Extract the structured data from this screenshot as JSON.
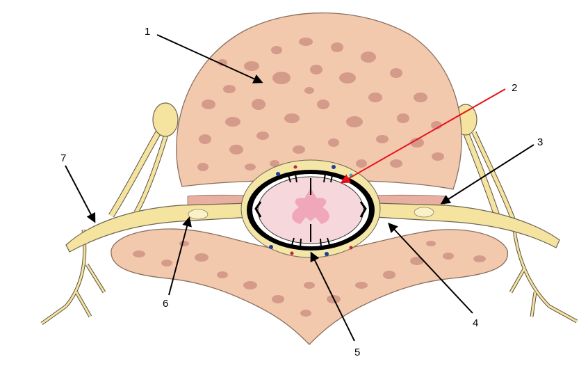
{
  "colors": {
    "bone": "#f2c9ad",
    "bone_outline": "#8a6e5e",
    "bone_pores": "#d49a8a",
    "nerve": "#f5e3a0",
    "nerve_outline": "#6e6450",
    "epidural_fat": "#f3e6a6",
    "dura": "#000000",
    "cord": "#f6d8dc",
    "gray_matter": "#f0a8b8",
    "ligament": "#e8b0a0",
    "black_arrow": "#000000",
    "red_arrow": "#e8111b"
  },
  "callouts": [
    {
      "id": "1",
      "label": "1",
      "arrow_color": "black"
    },
    {
      "id": "2",
      "label": "2",
      "arrow_color": "red"
    },
    {
      "id": "3",
      "label": "3",
      "arrow_color": "black"
    },
    {
      "id": "4",
      "label": "4",
      "arrow_color": "black"
    },
    {
      "id": "5",
      "label": "5",
      "arrow_color": "black"
    },
    {
      "id": "6",
      "label": "6",
      "arrow_color": "black"
    },
    {
      "id": "7",
      "label": "7",
      "arrow_color": "black"
    }
  ]
}
